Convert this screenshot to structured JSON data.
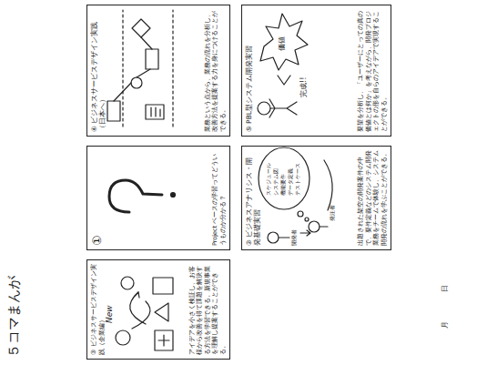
{
  "diagram": {
    "title": "５コマまんが",
    "nodes": [
      {
        "text": [
          "①",
          "Project ベースの学習ってどういうものか分かる？"
        ]
      },
      {
        "text": [
          "② ビジネスアナリシス・開発基礎実習",
          "出題された架空の開発案件の中で、要件定義などのシステム開発業務をチームで体験し、システム開発の流れを学ぶことができる。"
        ]
      },
      {
        "text": [
          "③ ビジネスサービスデザイン実践（企業編）",
          "アイデアを小さく検証し、お客様から改善を得て課題を解決する方法を学習できる。新規事業を理解し提案することができる。"
        ]
      },
      {
        "text": [
          "④ ビジネスサービスデザイン実践（日本へ）",
          "業務という点から、業務の流れを分析し、改善方法を提案する力を身につけることができる。"
        ]
      },
      {
        "text": [
          "⑤ PBL型システム開発実習",
          "要望を分析し、「ユーザーにとっての真の価値とは何か」を考えながら、開発プロジェクトの形を自らのアイデアで実現することができる。"
        ]
      }
    ],
    "labels": [
      "スケジュール",
      "システム図",
      "機能要件",
      "データ定義",
      "テストケース",
      "開発者",
      "発注者",
      "New",
      "価値",
      "完成!!",
      "月",
      "日"
    ]
  }
}
